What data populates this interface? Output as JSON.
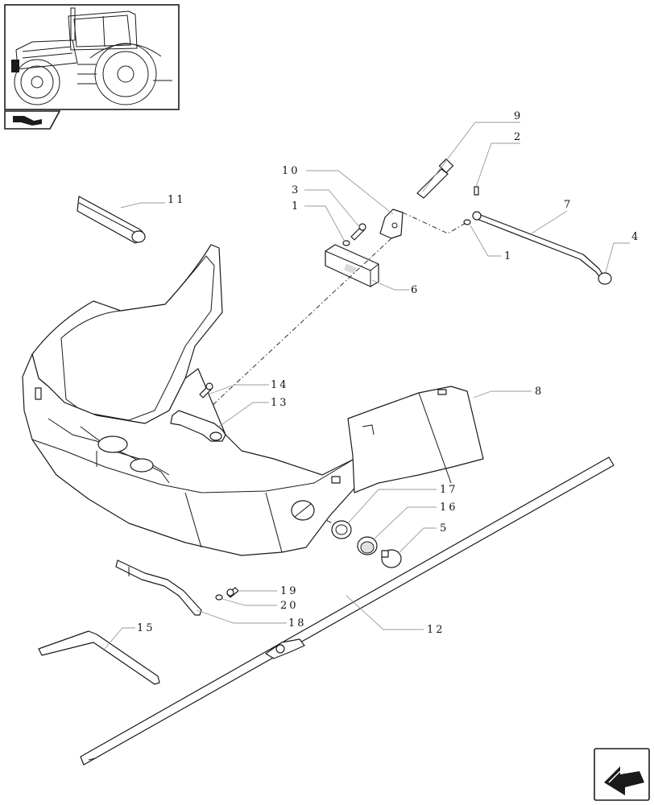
{
  "callouts": [
    {
      "id": "9",
      "label": "9"
    },
    {
      "id": "2",
      "label": "2"
    },
    {
      "id": "10",
      "label": "10"
    },
    {
      "id": "3",
      "label": "3"
    },
    {
      "id": "1a",
      "label": "1"
    },
    {
      "id": "7",
      "label": "7"
    },
    {
      "id": "4",
      "label": "4"
    },
    {
      "id": "11",
      "label": "11"
    },
    {
      "id": "1b",
      "label": "1"
    },
    {
      "id": "6",
      "label": "6"
    },
    {
      "id": "14",
      "label": "14"
    },
    {
      "id": "13",
      "label": "13"
    },
    {
      "id": "8",
      "label": "8"
    },
    {
      "id": "17",
      "label": "17"
    },
    {
      "id": "16",
      "label": "16"
    },
    {
      "id": "5",
      "label": "5"
    },
    {
      "id": "19",
      "label": "19"
    },
    {
      "id": "20",
      "label": "20"
    },
    {
      "id": "18",
      "label": "18"
    },
    {
      "id": "12",
      "label": "12"
    },
    {
      "id": "15",
      "label": "15"
    }
  ],
  "icons": {
    "thumbnail": "tractor-thumbnail-icon",
    "section_tab": "book-section-icon",
    "next_page": "next-page-arrow-icon"
  }
}
